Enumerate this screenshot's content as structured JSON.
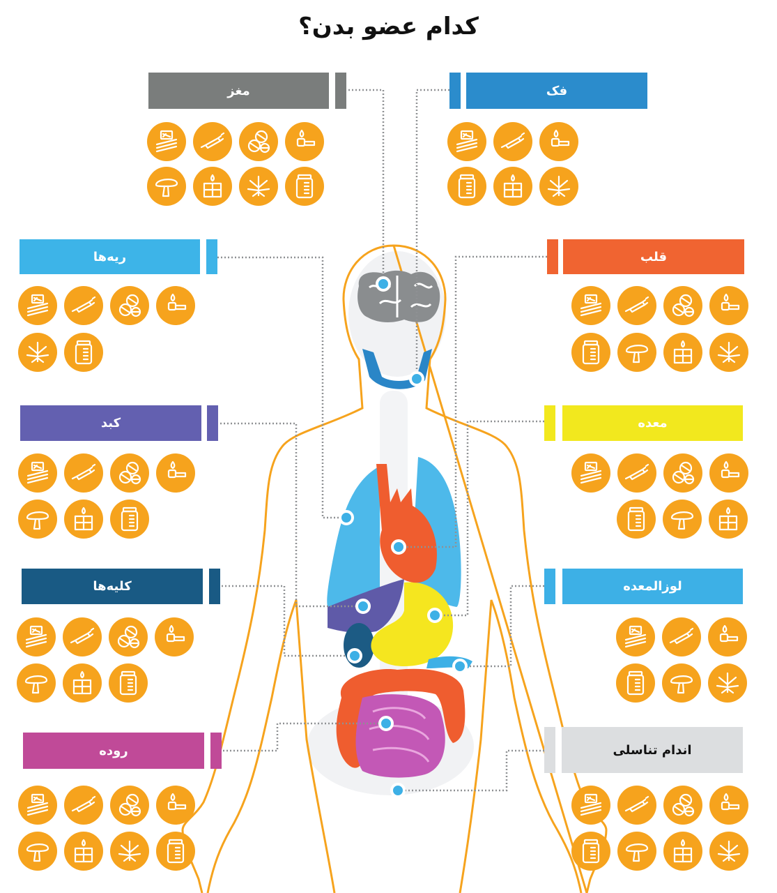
{
  "title": "کدام عضو بدن؟",
  "icon_color": "#f6a31d",
  "organs": [
    {
      "id": "brain",
      "label": "مغز",
      "color": "#7a7d7c",
      "side": "left",
      "drugs": [
        "cigarettes",
        "syringe",
        "pills",
        "lighter-pipe",
        "mushroom",
        "candle-box",
        "cannabis",
        "jar"
      ]
    },
    {
      "id": "jaw",
      "label": "فک",
      "color": "#2b8ccc",
      "side": "right",
      "drugs": [
        "cigarettes",
        "syringe",
        "lighter-pipe",
        "jar",
        "candle-box",
        "cannabis"
      ]
    },
    {
      "id": "lungs",
      "label": "ریه‌ها",
      "color": "#3db4e8",
      "side": "left",
      "drugs": [
        "cigarettes",
        "syringe",
        "pills",
        "lighter-pipe",
        "cannabis",
        "jar"
      ]
    },
    {
      "id": "heart",
      "label": "قلب",
      "color": "#f06431",
      "side": "right",
      "drugs": [
        "cigarettes",
        "syringe",
        "pills",
        "lighter-pipe",
        "jar",
        "mushroom",
        "candle-box",
        "cannabis"
      ]
    },
    {
      "id": "liver",
      "label": "کبد",
      "color": "#6360b0",
      "side": "left",
      "drugs": [
        "cigarettes",
        "syringe",
        "pills",
        "lighter-pipe",
        "mushroom",
        "candle-box",
        "jar"
      ]
    },
    {
      "id": "stomach",
      "label": "معده",
      "color": "#f2e81e",
      "side": "right",
      "drugs": [
        "cigarettes",
        "syringe",
        "pills",
        "lighter-pipe",
        "jar",
        "mushroom",
        "candle-box"
      ]
    },
    {
      "id": "kidneys",
      "label": "کلیه‌ها",
      "color": "#195a84",
      "side": "left",
      "drugs": [
        "cigarettes",
        "syringe",
        "pills",
        "lighter-pipe",
        "mushroom",
        "candle-box",
        "jar"
      ]
    },
    {
      "id": "pancreas",
      "label": "لوزالمعده",
      "color": "#3db0e6",
      "side": "right",
      "drugs": [
        "cigarettes",
        "syringe",
        "lighter-pipe",
        "jar",
        "mushroom",
        "cannabis"
      ]
    },
    {
      "id": "intestine",
      "label": "روده",
      "color": "#c04a98",
      "side": "left",
      "drugs": [
        "cigarettes",
        "syringe",
        "pills",
        "lighter-pipe",
        "mushroom",
        "candle-box",
        "cannabis",
        "jar"
      ]
    },
    {
      "id": "genitals",
      "label": "اندام تناسلی",
      "color": "#dcdee0",
      "side": "right",
      "text_color": "#111111",
      "drugs": [
        "cigarettes",
        "syringe",
        "pills",
        "lighter-pipe",
        "jar",
        "mushroom",
        "candle-box",
        "cannabis"
      ]
    }
  ]
}
